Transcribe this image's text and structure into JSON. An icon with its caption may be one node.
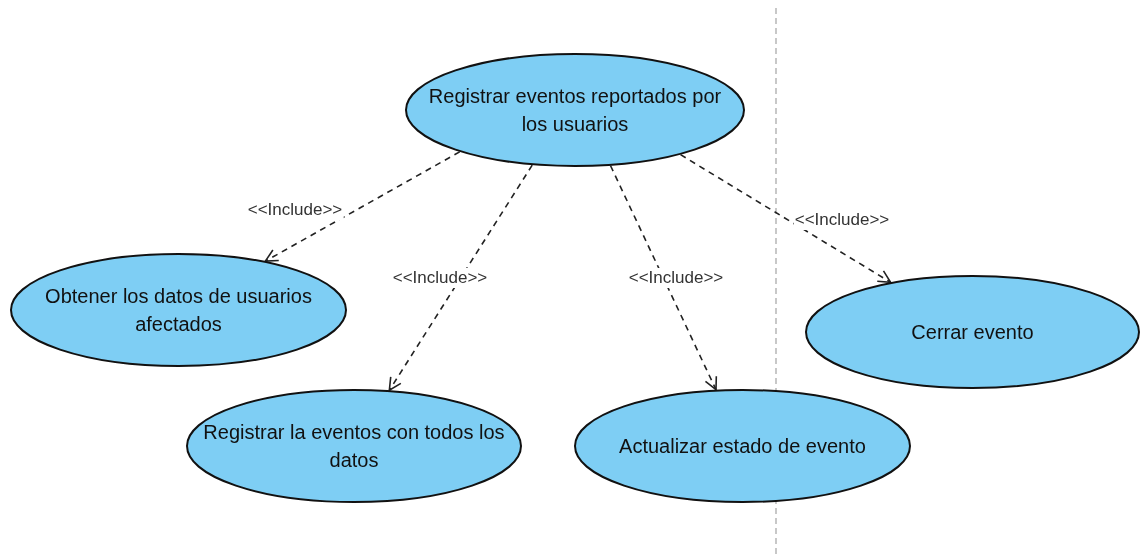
{
  "diagram": {
    "nodes": [
      {
        "text": [
          "Registrar eventos reportados por los usuarios"
        ]
      },
      {
        "text": [
          "Obtener los datos de usuarios afectados"
        ]
      },
      {
        "text": [
          "Registrar la eventos con todos los datos"
        ]
      },
      {
        "text": [
          "Actualizar estado de evento"
        ]
      },
      {
        "text": [
          "Cerrar evento"
        ]
      }
    ],
    "edges": [
      {
        "from": 0,
        "to": 1,
        "arrow": "to",
        "style": "dashed",
        "label": "<<Include>>"
      },
      {
        "from": 0,
        "to": 2,
        "arrow": "to",
        "style": "dashed",
        "label": "<<Include>>"
      },
      {
        "from": 0,
        "to": 3,
        "arrow": "to",
        "style": "dashed",
        "label": "<<Include>>"
      },
      {
        "from": 0,
        "to": 4,
        "arrow": "to",
        "style": "dashed",
        "label": "<<Include>>"
      }
    ]
  }
}
